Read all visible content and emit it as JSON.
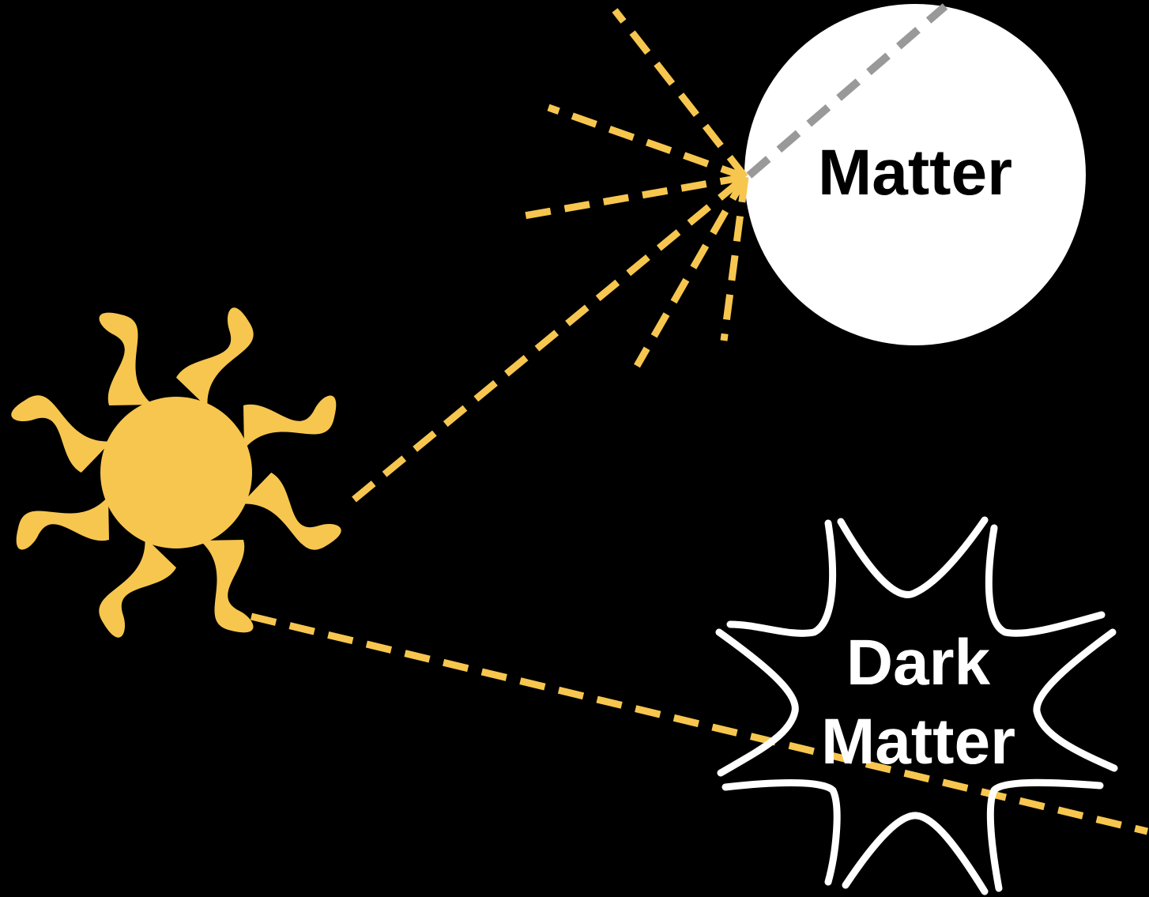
{
  "diagram": {
    "matter_label": "Matter",
    "dark_matter_label_line1": "Dark",
    "dark_matter_label_line2": "Matter"
  },
  "colors": {
    "background": "#000000",
    "light": "#F7C64F",
    "matter_body": "#FFFFFF",
    "matter_text": "#000000",
    "dark_matter_outline": "#FFFFFF",
    "dark_matter_text": "#FFFFFF",
    "transmitted_ray": "#999999"
  },
  "icons": {
    "light_source": "sun-icon",
    "matter": "circle-shape",
    "dark_matter": "burst-outline-shape"
  }
}
